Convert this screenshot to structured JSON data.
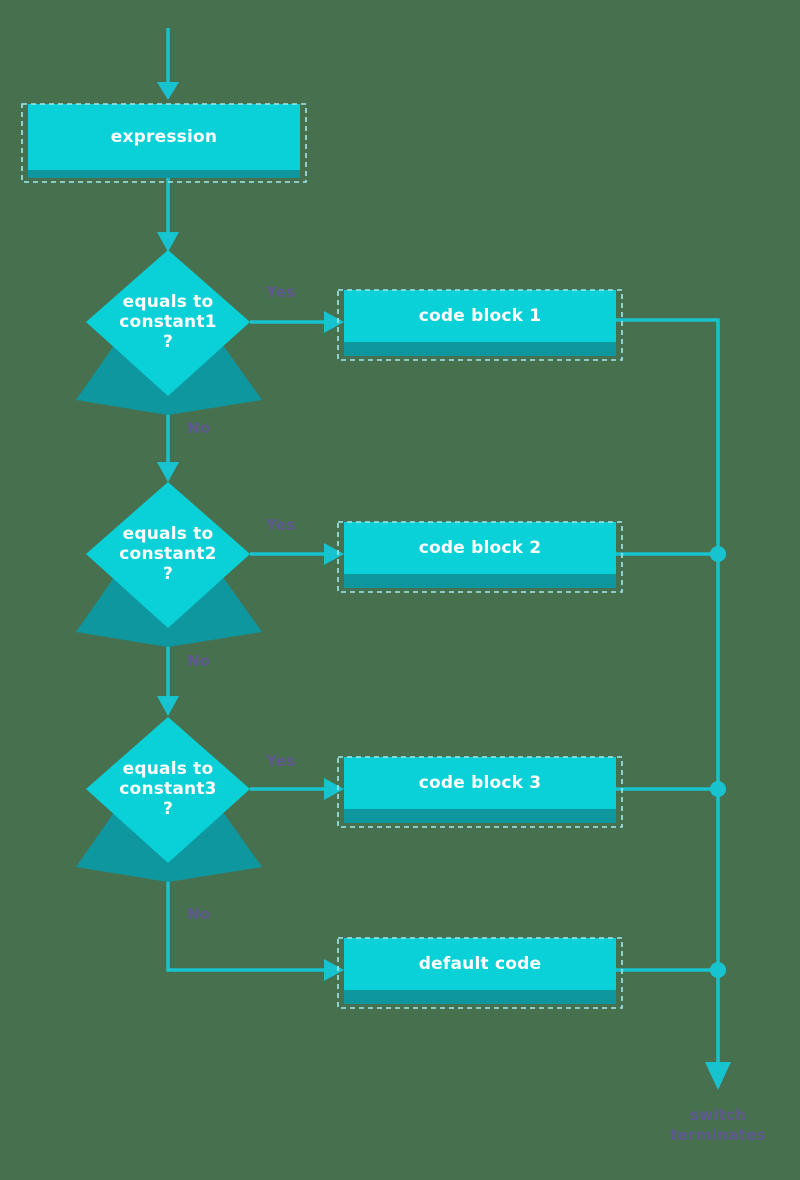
{
  "diagram": {
    "title": "switch statement flowchart",
    "background_color": "#47704f",
    "node_fill": "#0ad0d8",
    "node_shadow": "#0f97a0",
    "line_color": "#17c3ce",
    "label_color": "#5f5a8e",
    "text_color": "#ffffff",
    "dashed_outline_color": "#9fe9ee"
  },
  "nodes": {
    "expression": {
      "label": "expression",
      "shape": "process"
    },
    "decision1": {
      "line1": "equals to",
      "line2": "constant1",
      "line3": "?",
      "shape": "decision"
    },
    "decision2": {
      "line1": "equals to",
      "line2": "constant2",
      "line3": "?",
      "shape": "decision"
    },
    "decision3": {
      "line1": "equals to",
      "line2": "constant3",
      "line3": "?",
      "shape": "decision"
    },
    "block1": {
      "label": "code block 1",
      "shape": "process"
    },
    "block2": {
      "label": "code block 2",
      "shape": "process"
    },
    "block3": {
      "label": "code block 3",
      "shape": "process"
    },
    "default_block": {
      "label": "default code",
      "shape": "process"
    }
  },
  "edges": {
    "yes1": "Yes",
    "yes2": "Yes",
    "yes3": "Yes",
    "no1": "No",
    "no2": "No",
    "no3": "No"
  },
  "terminal": {
    "line1": "switch",
    "line2": "terminates"
  },
  "icons": {
    "arrow": "arrowhead-icon",
    "junction": "junction-dot-icon"
  }
}
